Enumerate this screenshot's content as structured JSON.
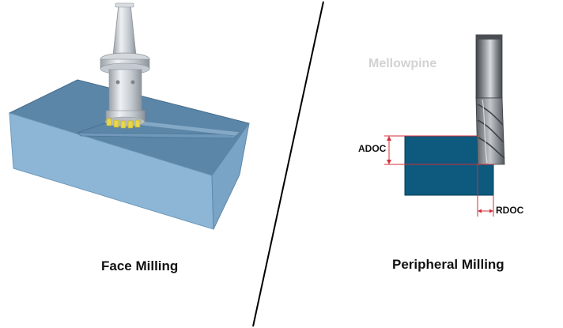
{
  "face_milling": {
    "caption": "Face Milling"
  },
  "peripheral_milling": {
    "caption": "Peripheral Milling",
    "adoc_label": "ADOC",
    "rdoc_label": "RDOC",
    "watermark": "Mellowpine"
  },
  "colors": {
    "block_top": "#5b86a8",
    "block_front": "#8db6d6",
    "block_side": "#7aa4c6",
    "workpiece": "#0d5a7e",
    "dimension_line": "#d32f3a",
    "divider": "#000000",
    "tool_steel": "#c9ced4",
    "carbide_inserts": "#e8d84a"
  }
}
